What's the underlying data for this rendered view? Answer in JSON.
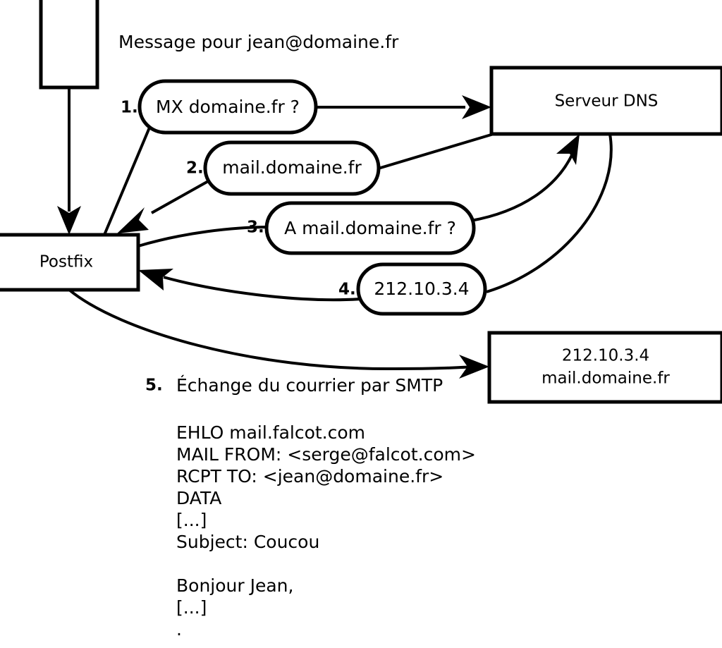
{
  "diagram": {
    "header": {
      "text": "Message pour jean@domaine.fr"
    },
    "nodes": {
      "mail_client": {
        "label": ""
      },
      "postfix": {
        "label": "Postfix"
      },
      "dns_server": {
        "label": "Serveur DNS"
      },
      "remote_mx": {
        "line1": "212.10.3.4",
        "line2": "mail.domaine.fr"
      }
    },
    "steps": [
      {
        "number": "1.",
        "label": "MX domaine.fr ?"
      },
      {
        "number": "2.",
        "label": "mail.domaine.fr"
      },
      {
        "number": "3.",
        "label": "A mail.domaine.fr ?"
      },
      {
        "number": "4.",
        "label": "212.10.3.4"
      }
    ],
    "step5": {
      "number": "5.",
      "label": "Échange du courrier par SMTP"
    },
    "transcript": [
      "EHLO mail.falcot.com",
      "MAIL FROM: <serge@falcot.com>",
      "RCPT TO: <jean@domaine.fr>",
      "DATA",
      "[...]",
      "Subject: Coucou",
      "",
      "Bonjour Jean,",
      "[...]",
      "."
    ],
    "colors": {
      "stroke": "#000000",
      "background": "#ffffff",
      "text": "#000000"
    }
  }
}
